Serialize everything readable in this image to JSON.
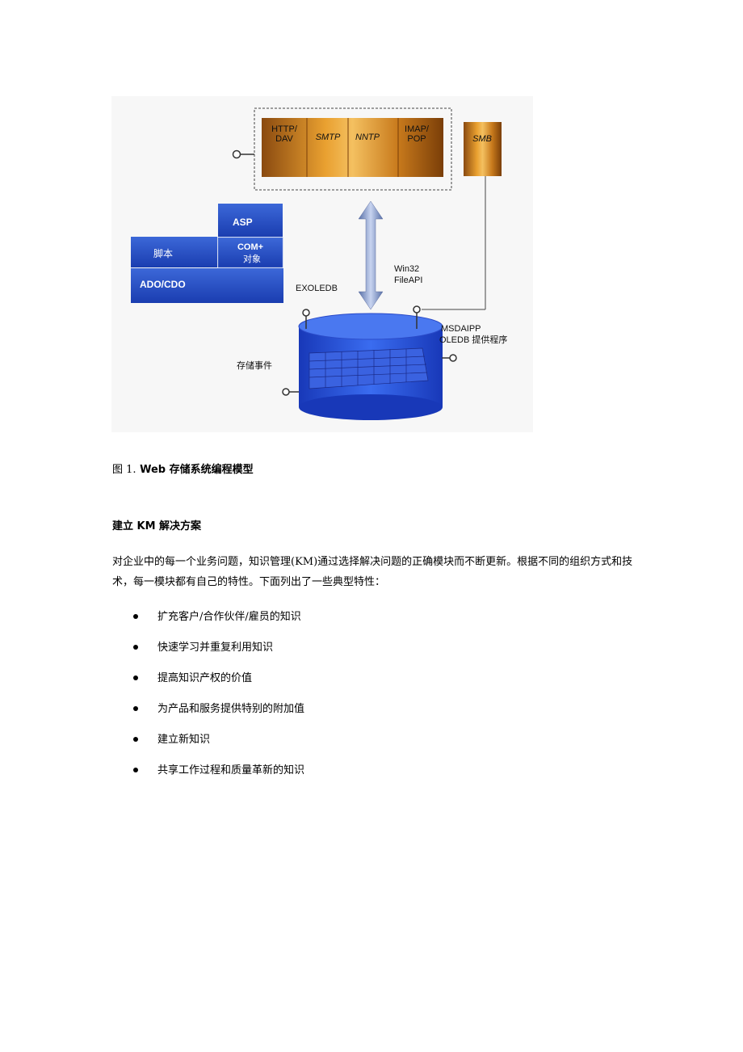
{
  "diagram": {
    "protocols": [
      "HTTP/\nDAV",
      "SMTP",
      "NNTP",
      "IMAP/\nPOP"
    ],
    "smb": "SMB",
    "asp": "ASP",
    "com": "COM+",
    "com_sub": "对象",
    "script": "脚本",
    "ado": "ADO/CDO",
    "exoledb": "EXOLEDB",
    "win32": "Win32",
    "fileapi": "FileAPI",
    "msdaipp": "MSDAIPP",
    "oledb": "OLEDB 提供程序",
    "store_events": "存储事件"
  },
  "caption": {
    "prefix": "图 1.",
    "text": "Web 存储系统编程模型"
  },
  "section_heading": "建立 KM 解决方案",
  "paragraph": "对企业中的每一个业务问题，知识管理(KM)通过选择解决问题的正确模块而不断更新。根据不同的组织方式和技术，每一模块都有自己的特性。下面列出了一些典型特性：",
  "bullets": [
    "扩充客户/合作伙伴/雇员的知识",
    "快速学习并重复利用知识",
    "提高知识产权的价值",
    "为产品和服务提供特别的附加值",
    "建立新知识",
    "共享工作过程和质量革新的知识"
  ]
}
